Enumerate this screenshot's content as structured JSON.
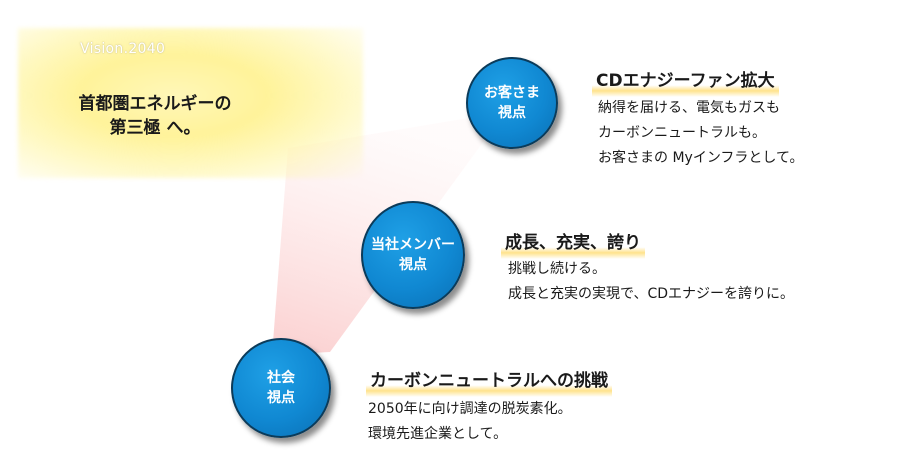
{
  "vision": {
    "tag": "Vision.2040",
    "headline_line1": "首都圏エネルギーの",
    "headline_line2": "第三極 へ。"
  },
  "colors": {
    "circle_fill": "#1088d2",
    "circle_border": "#0b3b5a",
    "highlight": "#ffde78",
    "vision_glow": "#fff39a",
    "beam": "#f7a8a8"
  },
  "perspectives": [
    {
      "circle_line1": "お客さま",
      "circle_line2": "視点",
      "heading": "CDエナジーファン拡大",
      "lines": [
        "納得を届ける、電気もガスも",
        "カーボンニュートラルも。",
        "お客さまの Myインフラとして。"
      ]
    },
    {
      "circle_line1": "当社メンバー",
      "circle_line2": "視点",
      "heading": "成長、充実、誇り",
      "lines": [
        "挑戦し続ける。",
        "成長と充実の実現で、CDエナジーを誇りに。"
      ]
    },
    {
      "circle_line1": "社会",
      "circle_line2": "視点",
      "heading": "カーボンニュートラルへの挑戦",
      "lines": [
        "2050年に向け調達の脱炭素化。",
        "環境先進企業として。"
      ]
    }
  ]
}
